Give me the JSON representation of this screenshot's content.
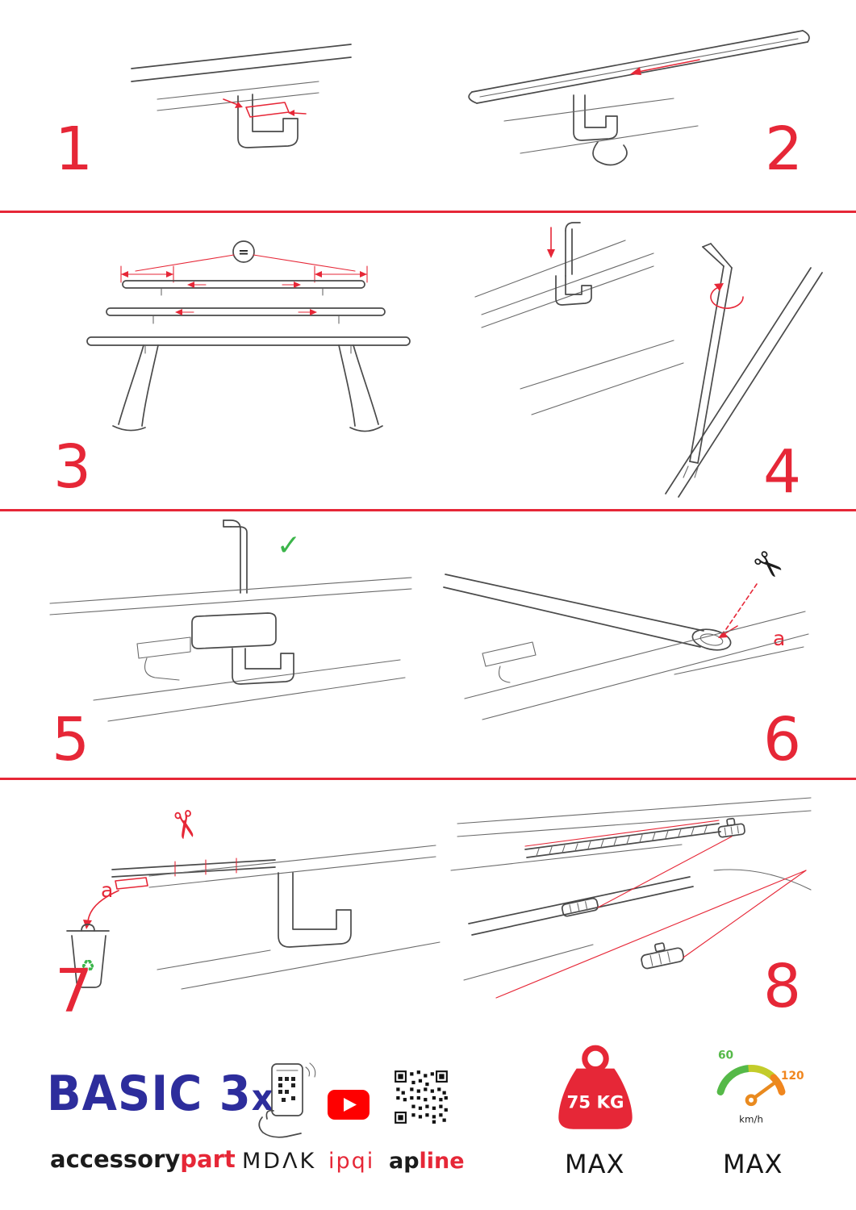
{
  "page": {
    "background": "#ffffff",
    "accent_red": "#e62737",
    "logo_navy": "#2d2d9c"
  },
  "steps": {
    "s1": {
      "number": "1"
    },
    "s2": {
      "number": "2"
    },
    "s3": {
      "number": "3"
    },
    "s4": {
      "number": "4"
    },
    "s5": {
      "number": "5"
    },
    "s6": {
      "number": "6",
      "cut_label": "a"
    },
    "s7": {
      "number": "7",
      "cut_label": "a"
    },
    "s8": {
      "number": "8"
    }
  },
  "icons": {
    "equal_sign": "=",
    "checkmark": "✓",
    "scissors": "✂",
    "recycle": "♻"
  },
  "footer": {
    "product_name": "BASIC 3",
    "product_suffix": "x",
    "brand_part1": "accessory",
    "brand_part2": "part",
    "mdak_label": "MDΛK",
    "ipqi_label": "ipqi",
    "apline_part1": "ap",
    "apline_part2": "line",
    "weight_value": "75 KG",
    "weight_max": "MAX",
    "speed_low": "60",
    "speed_high": "120",
    "speed_unit": "km/h",
    "speed_max": "MAX"
  }
}
